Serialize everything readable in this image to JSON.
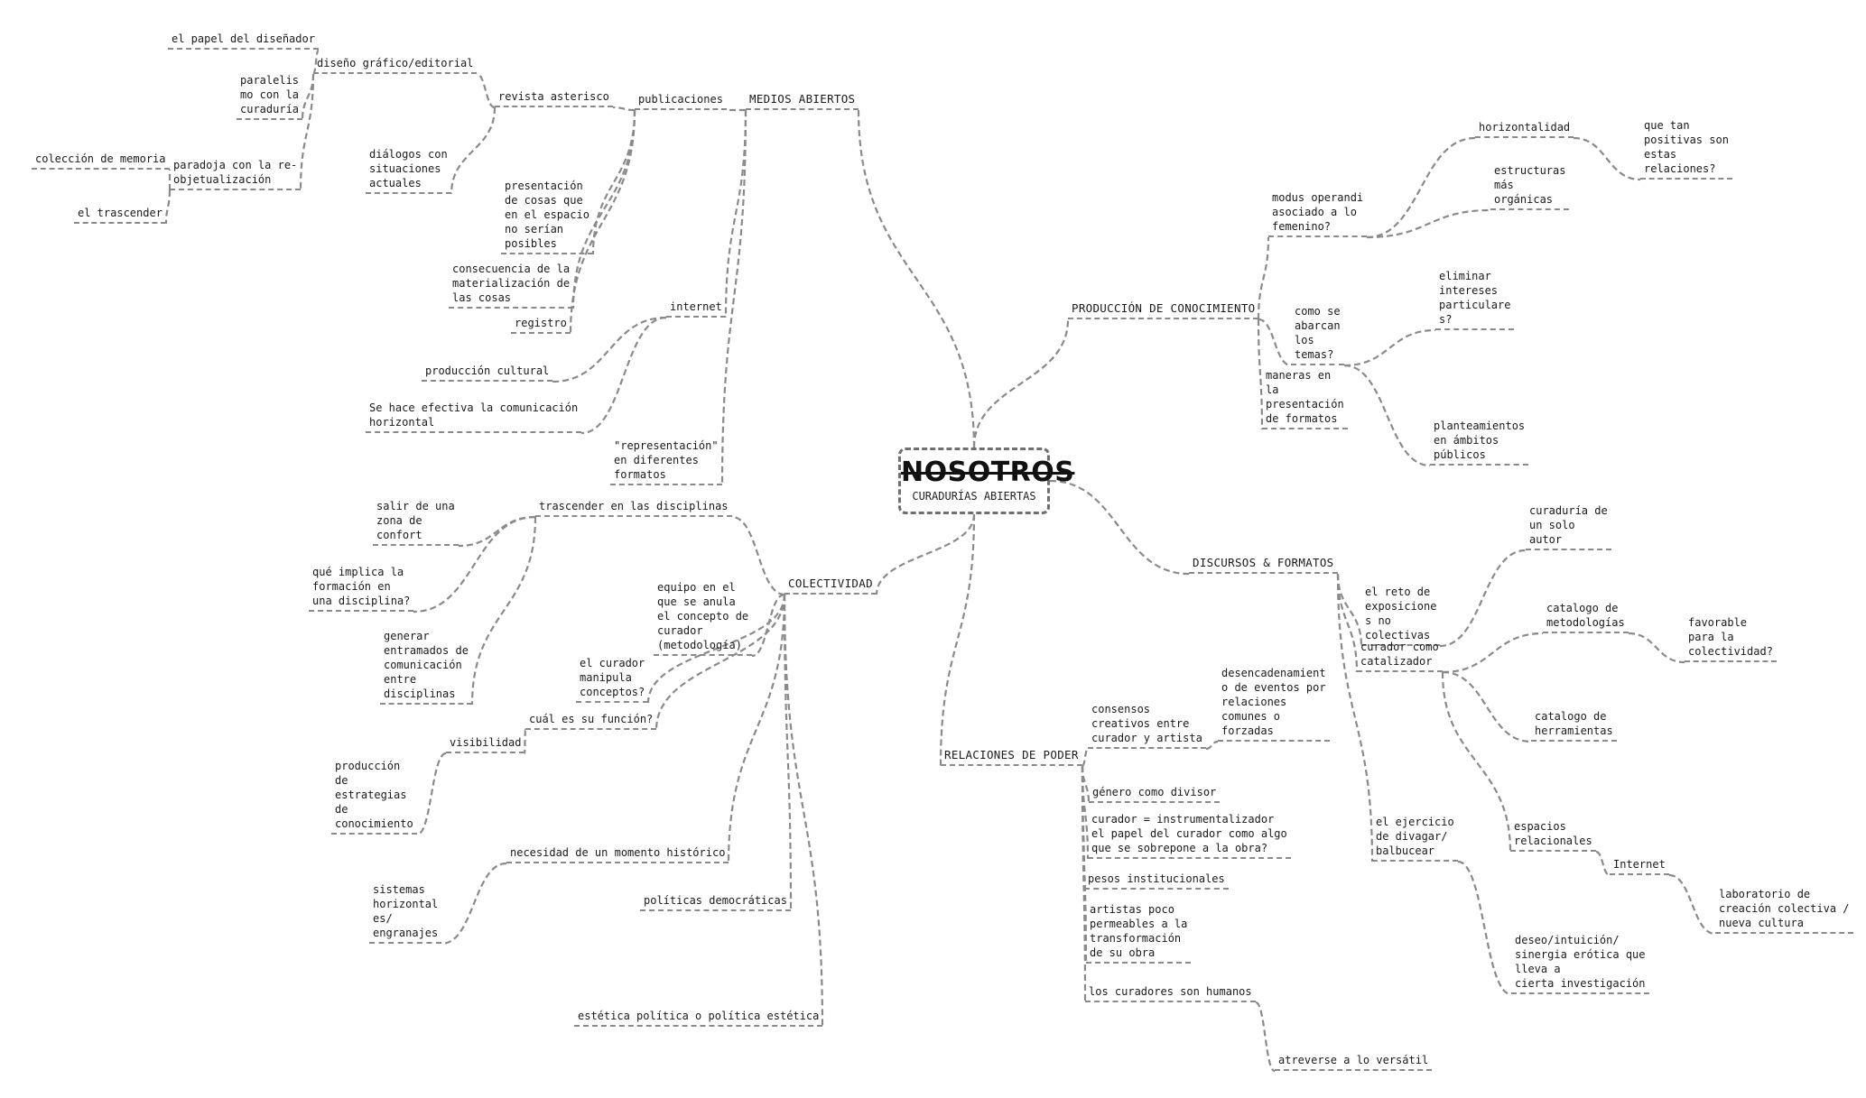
{
  "center": {
    "title": "NOSOTROS",
    "subtitle": "CURADURÍAS ABIERTAS"
  },
  "branches": {
    "medios": "MEDIOS ABIERTOS",
    "produccion": "PRODUCCIÓN DE CONOCIMIENTO",
    "discursos": "DISCURSOS & FORMATOS",
    "relaciones": "RELACIONES DE PODER",
    "colectividad": "COLECTIVIDAD"
  },
  "medios": {
    "publicaciones": "publicaciones",
    "revista": "revista asterisco",
    "diseno": "diseño gráfico/editorial",
    "papel_disenador": "el papel del diseñador",
    "paralelismo": "paralelis\nmo con la\ncuraduría",
    "paradoja": "paradoja con la re-\nobjetualización",
    "coleccion_memoria": "colección de memoria",
    "trascender": "el trascender",
    "dialogos": "diálogos con\nsituaciones\nactuales",
    "presentacion_cosas": "presentación\nde cosas que\nen el espacio\nno serían\nposibles",
    "consecuencia": "consecuencia de la\nmaterialización de\nlas cosas",
    "registro": "registro",
    "internet": "internet",
    "produccion_cultural": "producción cultural",
    "comunicacion_horizontal": "Se hace efectiva la comunicación\nhorizontal",
    "representacion": "\"representación\"\nen diferentes\nformatos"
  },
  "produccion": {
    "modus": "modus operandi\nasociado a lo\nfemenino?",
    "horizontalidad": "horizontalidad",
    "que_tan_positivas": "que tan\npositivas son\nestas\nrelaciones?",
    "estructuras": "estructuras\nmás\norgánicas",
    "como_abarcan": "como se\nabarcan\nlos\ntemas?",
    "eliminar_intereses": "eliminar\nintereses\nparticulare\ns?",
    "planteamientos": "planteamientos\nen ámbitos\npúblicos",
    "maneras": "maneras en\nla\npresentación\nde formatos"
  },
  "discursos": {
    "reto": "el reto de\nexposicione\ns no\ncolectivas",
    "curaduria_autor": "curaduría de\nun solo\nautor",
    "curador_catalizador": "curador como\ncatalizador",
    "catalogo_metodologias": "catalogo de\nmetodologías",
    "favorable": "favorable\npara la\ncolectividad?",
    "catalogo_herramientas": "catalogo de\nherramientas",
    "espacios_relacionales": "espacios\nrelacionales",
    "internet": "Internet",
    "laboratorio": "laboratorio de\ncreación colectiva /\nnueva cultura",
    "ejercicio_divagar": "el ejercicio\nde divagar/\nbalbucear",
    "deseo_intuicion": "deseo/intuición/\nsinergia erótica que\nlleva a\ncierta investigación"
  },
  "relaciones": {
    "consensos": "consensos\ncreativos entre\ncurador y artista",
    "desencadenamiento": "desencadenamient\no de eventos por\nrelaciones\ncomunes o\nforzadas",
    "genero": "género como divisor",
    "curador_instrumentalizador": "curador = instrumentalizador\nel papel del curador como algo\nque se sobrepone a la obra?",
    "pesos": "pesos institucionales",
    "artistas_poco": "artistas poco\npermeables a la\ntransformación\nde su obra",
    "curadores_humanos": "los curadores son humanos",
    "atreverse": "atreverse a lo versátil"
  },
  "colectividad": {
    "trascender_disciplinas": "trascender en las disciplinas",
    "salir_zona": "salir de una\nzona de\nconfort",
    "que_implica": "qué implica la\nformación en\nuna disciplina?",
    "generar_entramados": "generar\nentramados de\ncomunicación\nentre\ndisciplinas",
    "equipo": "equipo en el\nque se anula\nel concepto de\ncurador\n(metodología)",
    "curador_manipula": "el curador\nmanipula\nconceptos?",
    "cual_funcion": "cuál es su función?",
    "visibilidad": "visibilidad",
    "produccion_estrategias": "producción\nde\nestrategias\nde\nconocimiento",
    "necesidad": "necesidad de un momento histórico",
    "sistemas": "sistemas\nhorizontal\nes/\nengranajes",
    "politicas": "políticas democráticas",
    "estetica": "estética política o política estética"
  }
}
